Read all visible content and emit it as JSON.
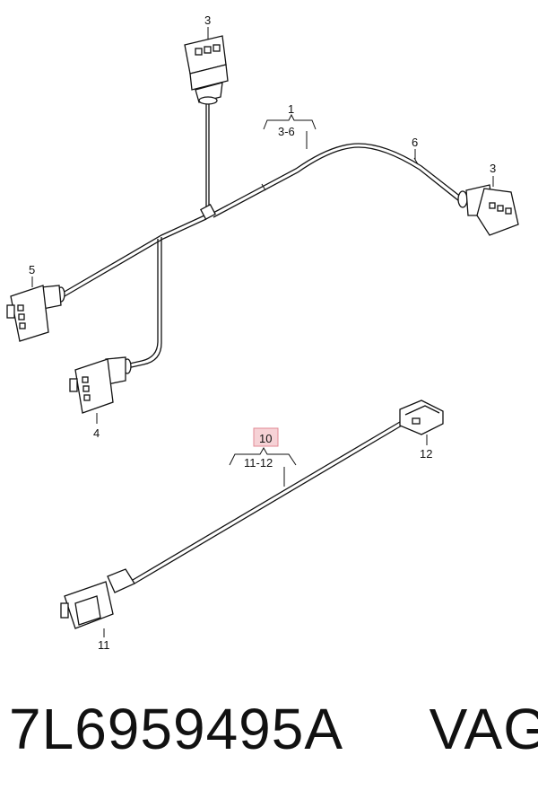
{
  "callouts": {
    "top_connector": "3",
    "harness_assembly": "1",
    "harness_range": "3-6",
    "wire_label": "6",
    "right_connector": "3",
    "left_connector": "5",
    "lower_connector": "4",
    "cable_assembly": "10",
    "cable_range": "11-12",
    "cable_end_right": "12",
    "cable_end_left": "11"
  },
  "footer": {
    "part_number": "7L6959495A",
    "brand": "VAG"
  },
  "colors": {
    "line": "#111111",
    "highlight_fill": "#f6d2d6",
    "highlight_border": "#e28a94"
  }
}
